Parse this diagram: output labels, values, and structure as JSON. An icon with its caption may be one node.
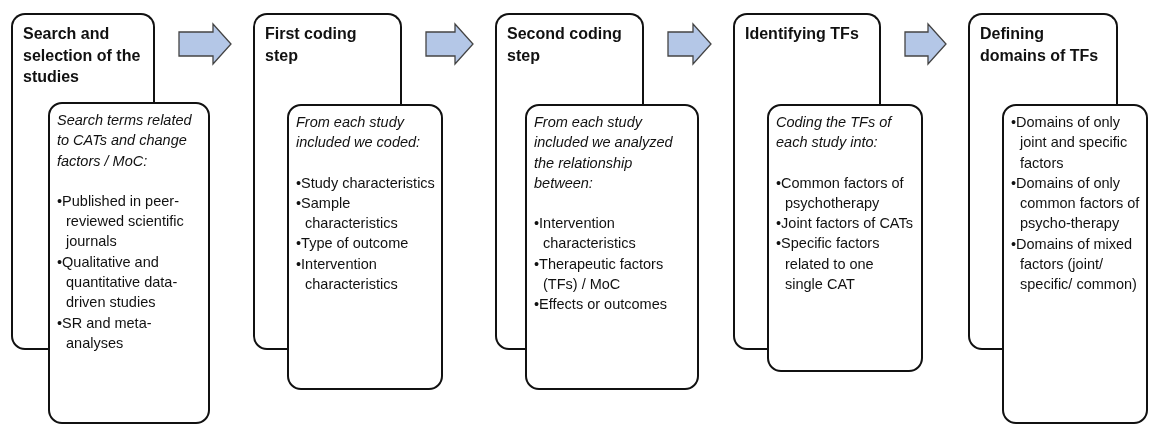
{
  "diagram": {
    "nodes": [
      {
        "text": [
          "Search and selection of the studies"
        ]
      },
      {
        "text": [
          "Search terms related to CATs and change factors / MoC:",
          "•Published in peer-reviewed scientific journals",
          "•Qualitative and quantitative data-driven studies",
          "•SR and meta-analyses"
        ]
      },
      {
        "text": [
          "First coding step"
        ]
      },
      {
        "text": [
          "From each study included we coded:",
          "•Study characteristics",
          "•Sample characteristics",
          "•Type of outcome",
          "•Intervention characteristics"
        ]
      },
      {
        "text": [
          "Second coding step"
        ]
      },
      {
        "text": [
          "From each study included we analyzed the relationship between:",
          "•Intervention characteristics",
          "•Therapeutic factors (TFs) / MoC",
          "•Effects or outcomes"
        ]
      },
      {
        "text": [
          "Identifying TFs"
        ]
      },
      {
        "text": [
          "Coding the TFs of each study into:",
          "•Common factors of psychotherapy",
          "•Joint factors of CATs",
          "•Specific factors related to one single CAT"
        ]
      },
      {
        "text": [
          "Defining domains of TFs"
        ]
      },
      {
        "text": [
          "•Domains of only joint and specific factors",
          "•Domains of only common factors of psycho-therapy",
          "•Domains of mixed factors (joint/ specific/ common)"
        ]
      }
    ],
    "edges": [
      {
        "from": 0,
        "to": 2,
        "arrow": "to"
      },
      {
        "from": 2,
        "to": 4,
        "arrow": "to"
      },
      {
        "from": 4,
        "to": 6,
        "arrow": "to"
      },
      {
        "from": 6,
        "to": 8,
        "arrow": "to"
      }
    ]
  }
}
